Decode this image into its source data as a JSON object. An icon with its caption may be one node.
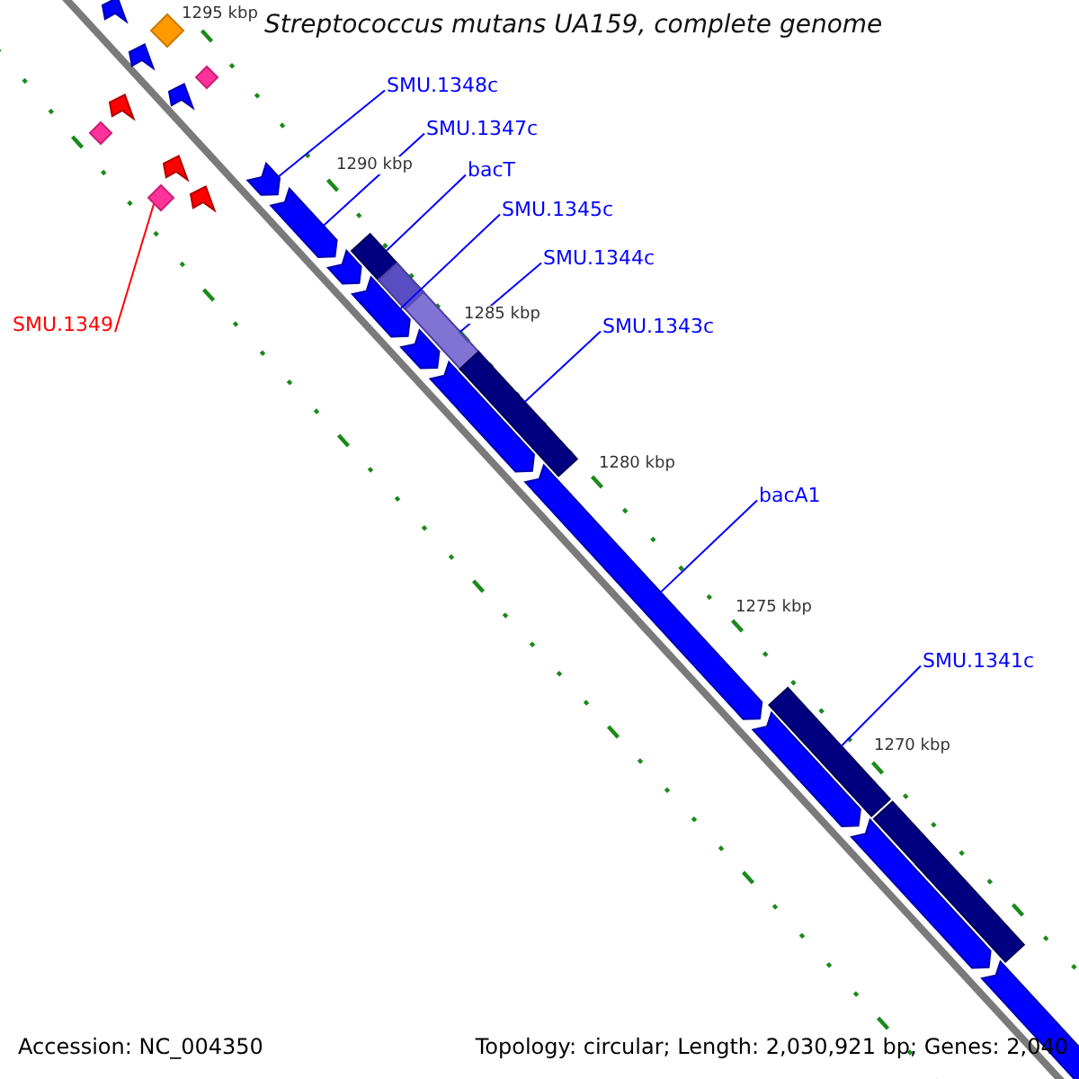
{
  "diagram": {
    "title": "Streptococcus mutans UA159, complete genome",
    "nodes": [
      {
        "text": [
          "SMU.1348c"
        ]
      },
      {
        "text": [
          "SMU.1347c"
        ]
      },
      {
        "text": [
          "bacT"
        ]
      },
      {
        "text": [
          "SMU.1345c"
        ]
      },
      {
        "text": [
          "SMU.1344c"
        ]
      },
      {
        "text": [
          "SMU.1343c"
        ]
      },
      {
        "text": [
          "bacA1"
        ]
      },
      {
        "text": [
          "SMU.1341c"
        ]
      },
      {
        "text": [
          "SMU.1349"
        ]
      },
      {
        "text": [],
        "shape": "arrow"
      },
      {
        "text": [],
        "shape": "arrow"
      },
      {
        "text": [],
        "shape": "bar"
      },
      {
        "text": [],
        "shape": "arrow"
      },
      {
        "text": [],
        "shape": "bar"
      },
      {
        "text": [],
        "shape": "bar"
      },
      {
        "text": [],
        "shape": "arrow"
      },
      {
        "text": [],
        "shape": "bar"
      },
      {
        "text": [],
        "shape": "diamond"
      },
      {
        "text": [],
        "shape": "arrow"
      },
      {
        "text": [],
        "shape": "diamond"
      },
      {
        "text": [],
        "shape": "arrow"
      },
      {
        "text": [],
        "shape": "diamond"
      },
      {
        "text": [],
        "shape": "arrow"
      },
      {
        "text": [],
        "shape": "arrow"
      },
      {
        "text": [],
        "shape": "diamond"
      },
      {
        "text": [],
        "shape": "arrow"
      },
      {
        "text": [],
        "shape": "arrow"
      },
      {
        "text": [],
        "shape": "arrow"
      },
      {
        "text": [],
        "shape": "arrow"
      },
      {
        "text": [],
        "shape": "arrow"
      },
      {
        "text": [],
        "shape": "arrow"
      },
      {
        "text": [],
        "shape": "arrow"
      },
      {
        "text": [],
        "shape": "arrow"
      },
      {
        "text": [],
        "shape": "bar"
      }
    ],
    "edges": [
      {
        "from": 0,
        "to": 9,
        "arrow": "none"
      },
      {
        "from": 1,
        "to": 10,
        "arrow": "none"
      },
      {
        "from": 2,
        "to": 11,
        "arrow": "none"
      },
      {
        "from": 3,
        "to": 12,
        "arrow": "none"
      },
      {
        "from": 4,
        "to": 13,
        "arrow": "none"
      },
      {
        "from": 5,
        "to": 14,
        "arrow": "none"
      },
      {
        "from": 6,
        "to": 15,
        "arrow": "none"
      },
      {
        "from": 7,
        "to": 16,
        "arrow": "none"
      },
      {
        "from": 8,
        "to": 17,
        "arrow": "none",
        "color": "#ff0000"
      }
    ],
    "labels": [
      "1295 kbp",
      "1290 kbp",
      "1285 kbp",
      "1280 kbp",
      "1275 kbp",
      "1270 kbp",
      "Accession: NC_004350",
      "Topology: circular; Length: 2,030,921 bp; Genes: 2,040"
    ]
  }
}
